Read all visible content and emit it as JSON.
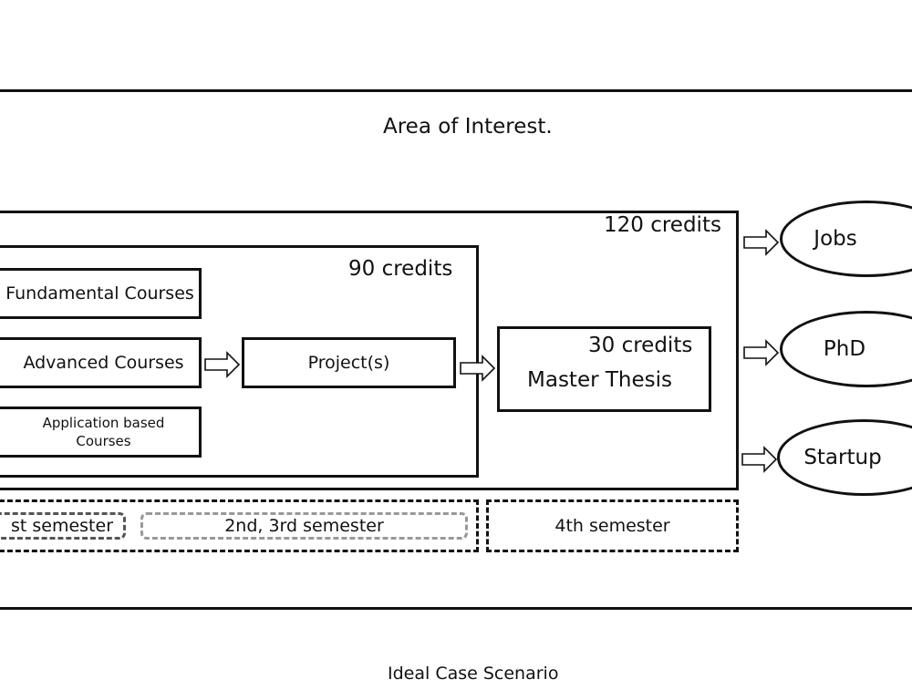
{
  "area_of_interest": "Area of Interest.",
  "footer": "Ideal Case Scenario",
  "outer_120": {
    "credits": "120 credits"
  },
  "inner_90": {
    "credits": "90 credits",
    "courses": {
      "fundamental": "Fundamental Courses",
      "advanced": "Advanced Courses",
      "application_line1": "Application based",
      "application_line2": "Courses"
    },
    "project": "Project(s)"
  },
  "thesis": {
    "credits": "30 credits",
    "label": "Master Thesis"
  },
  "outcomes": {
    "jobs": "Jobs",
    "phd": "PhD",
    "startup": "Startup"
  },
  "semesters": {
    "first": "st semester",
    "second_third": "2nd, 3rd semester",
    "fourth": "4th semester"
  }
}
